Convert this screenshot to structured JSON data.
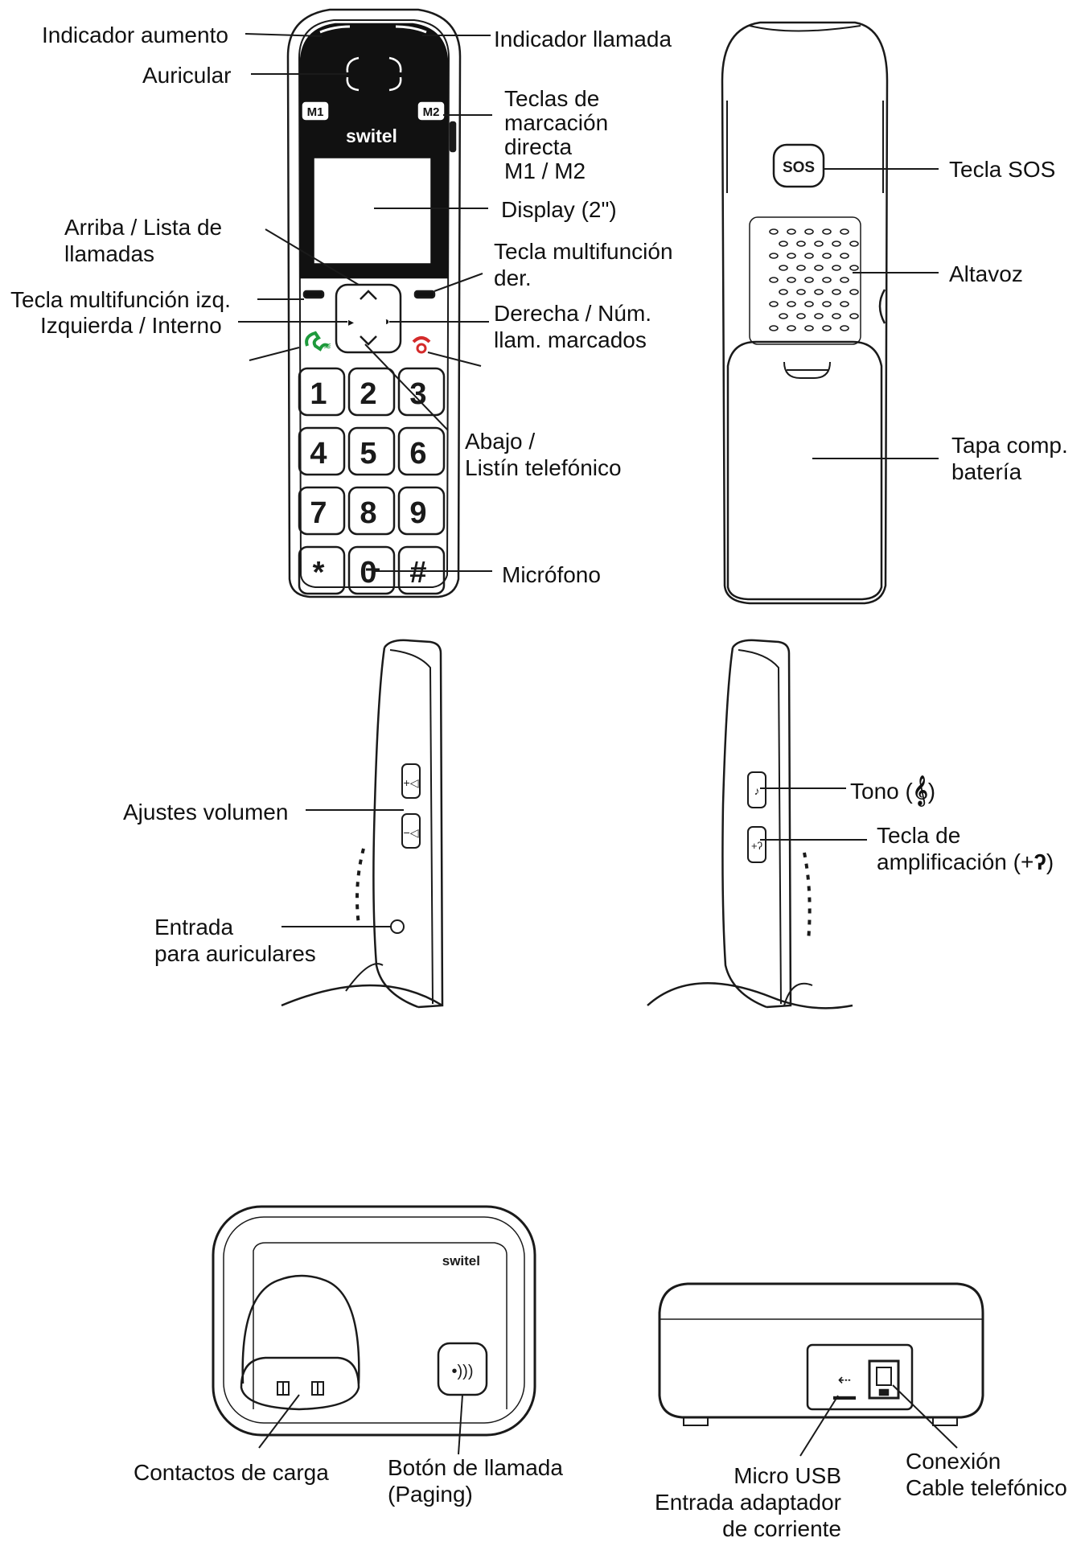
{
  "brand": "switel",
  "keys": {
    "m1": "M1",
    "m2": "M2",
    "sos": "SOS",
    "digits": [
      "1",
      "2",
      "3",
      "4",
      "5",
      "6",
      "7",
      "8",
      "9",
      "*",
      "0",
      "#"
    ]
  },
  "front_labels": {
    "indicador_aumento": "Indicador aumento",
    "indicador_llamada": "Indicador llamada",
    "auricular": "Auricular",
    "teclas_marcacion": [
      "Teclas de",
      "marcación",
      "directa",
      "M1 / M2"
    ],
    "display": "Display (2\")",
    "arriba": [
      "Arriba / Lista de",
      "llamadas"
    ],
    "tecla_multi_der": [
      "Tecla multifunción",
      "der."
    ],
    "tecla_multi_izq": "Tecla multifunción izq.",
    "izquierda": "Izquierda / Interno",
    "derecha": [
      "Derecha / Núm.",
      "llam. marcados"
    ],
    "abajo": [
      "Abajo /",
      "Listín telefónico"
    ],
    "microfono": "Micrófono"
  },
  "back_labels": {
    "tecla_sos": "Tecla SOS",
    "altavoz": "Altavoz",
    "tapa": [
      "Tapa comp.",
      "batería"
    ]
  },
  "side_labels": {
    "ajustes_volumen": "Ajustes volumen",
    "entrada_auriculares": [
      "Entrada",
      "para auriculares"
    ],
    "tono": "Tono (",
    "tono_close": ")",
    "tecla_amplificacion": [
      "Tecla de",
      "amplificación (+"
    ],
    "tecla_amplificacion_close": ")"
  },
  "base_labels": {
    "contactos_carga": "Contactos de carga",
    "boton_llamada": [
      "Botón de llamada",
      "(Paging)"
    ],
    "micro_usb": [
      "Micro USB",
      "Entrada adaptador",
      "de corriente"
    ],
    "conexion": [
      "Conexión",
      "Cable telefónico"
    ]
  },
  "colors": {
    "green_key": "#1e9a3c",
    "red_key": "#d42a2a"
  },
  "icons": [
    "talk-icon",
    "end-call-icon",
    "melody-icon",
    "ear-icon",
    "paging-icon",
    "usb-icon",
    "phone-jack-icon"
  ]
}
